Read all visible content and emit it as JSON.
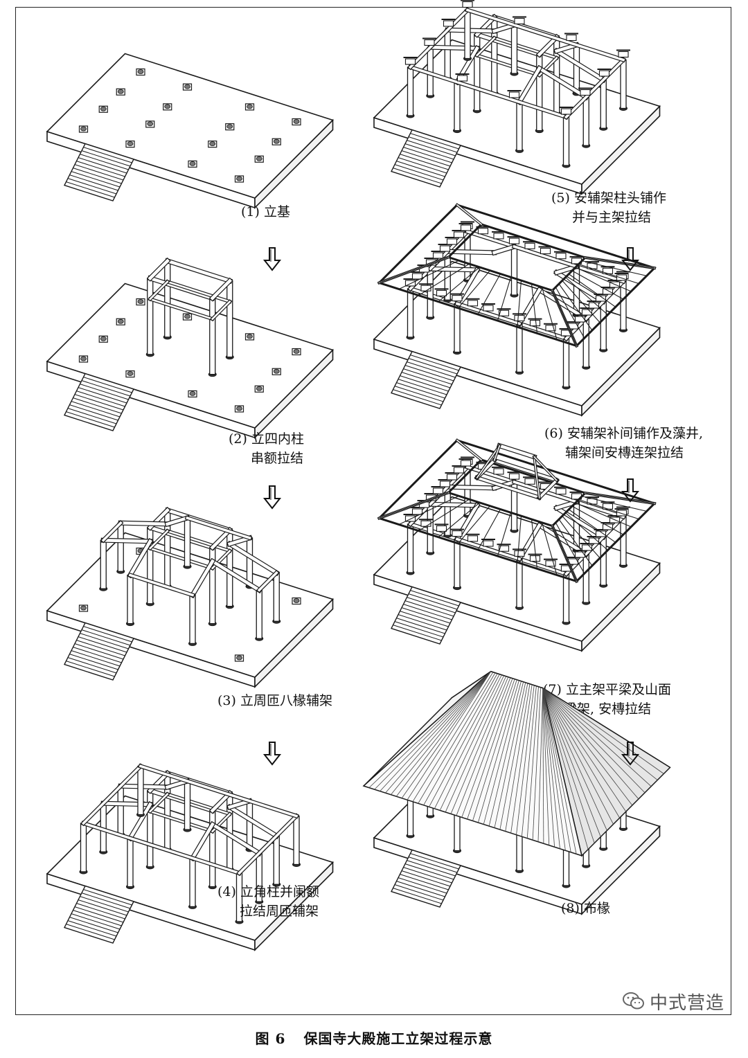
{
  "panels": [
    {
      "id": 1,
      "caption_lines": [
        "(1) 立基"
      ],
      "stage": "base"
    },
    {
      "id": 2,
      "caption_lines": [
        "(2) 立四内柱",
        "串额拉结"
      ],
      "stage": "inner-columns"
    },
    {
      "id": 3,
      "caption_lines": [
        "(3) 立周匝八椽辅架"
      ],
      "stage": "perimeter-frames"
    },
    {
      "id": 4,
      "caption_lines": [
        "(4) 立角柱并阑额",
        "拉结周匝辅架"
      ],
      "stage": "corner-columns"
    },
    {
      "id": 5,
      "caption_lines": [
        "(5) 安辅架柱头铺作",
        "并与主架拉结"
      ],
      "stage": "column-brackets"
    },
    {
      "id": 6,
      "caption_lines": [
        "(6) 安辅架补间铺作及藻井,",
        "辅架间安槫连架拉结"
      ],
      "stage": "intercolumnar-brackets"
    },
    {
      "id": 7,
      "caption_lines": [
        "(7) 立主架平梁及山面",
        "梁架, 安槫拉结"
      ],
      "stage": "main-beams"
    },
    {
      "id": 8,
      "caption_lines": [
        "(8) 布椽"
      ],
      "stage": "rafters"
    }
  ],
  "figure_caption": {
    "label": "图 6",
    "title": "保国寺大殿施工立架过程示意"
  },
  "watermark": {
    "text": "中式营造",
    "icon": "wechat-icon"
  },
  "arrow_icon": "down-arrow-icon"
}
